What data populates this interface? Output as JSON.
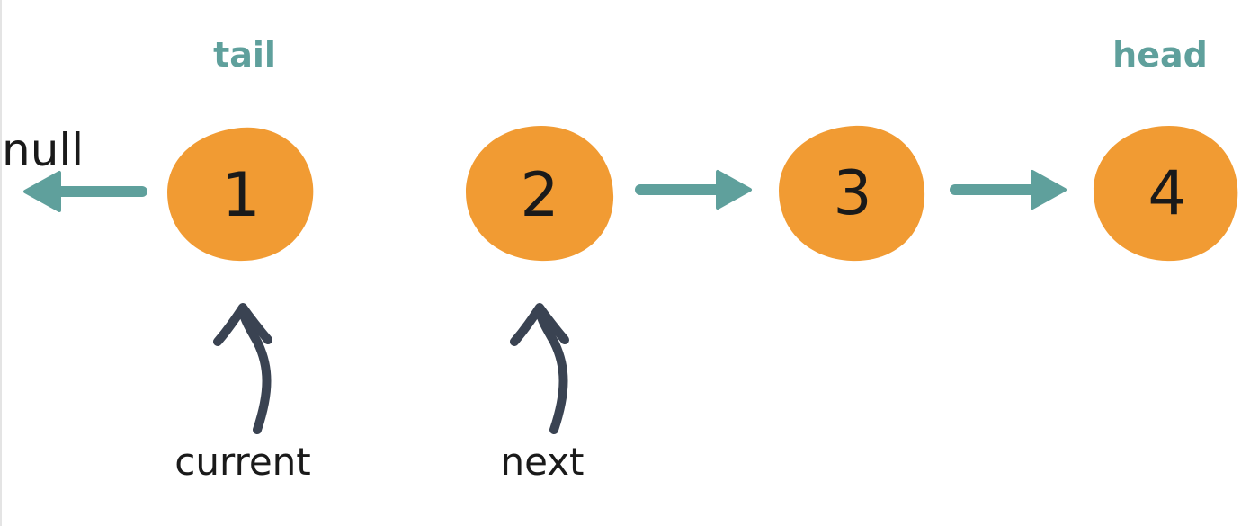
{
  "colors": {
    "node_fill": "#f19b33",
    "link_arrow": "#5fa09c",
    "pointer_arrow": "#3a4352",
    "role_text": "#5fa09c",
    "text": "#1a1a1a"
  },
  "labels": {
    "tail": "tail",
    "head": "head",
    "null": "null"
  },
  "nodes": [
    {
      "value": "1"
    },
    {
      "value": "2"
    },
    {
      "value": "3"
    },
    {
      "value": "4"
    }
  ],
  "pointers": {
    "current": "current",
    "next": "next"
  }
}
